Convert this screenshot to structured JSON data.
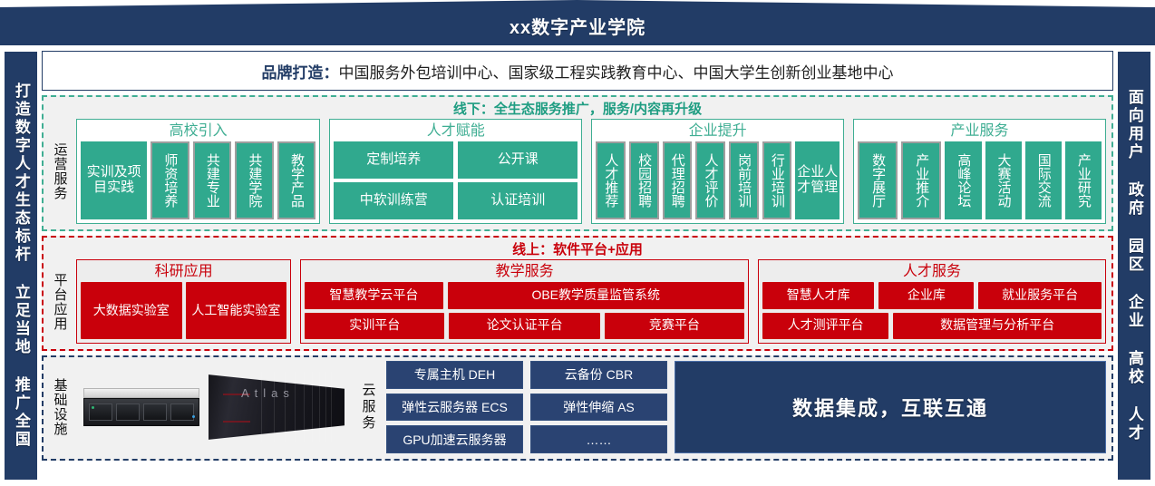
{
  "header": {
    "title": "xx数字产业学院"
  },
  "rails": {
    "left": "打造数字人才生态标杆 立足当地 推广全国",
    "right": "面向用户 政府 园区 企业 高校 人才"
  },
  "brand": {
    "label": "品牌打造：",
    "text": "中国服务外包培训中心、国家级工程实践教育中心、中国大学生创新创业基地中心"
  },
  "offline": {
    "title": "线下：全生态服务推广，服务/内容再升级",
    "vlabel": "运营服务",
    "accent": "#30a98e",
    "groups": [
      {
        "title": "高校引入",
        "layout": "columns",
        "items": [
          {
            "label": "实训及项目实践",
            "orient": "wrap",
            "flex": 1.9,
            "bordered": false
          },
          {
            "label": "师资培养",
            "orient": "vertical",
            "flex": 1,
            "bordered": true
          },
          {
            "label": "共建专业",
            "orient": "vertical",
            "flex": 1,
            "bordered": true
          },
          {
            "label": "共建学院",
            "orient": "vertical",
            "flex": 1,
            "bordered": true
          },
          {
            "label": "教学产品",
            "orient": "vertical",
            "flex": 1,
            "bordered": true
          }
        ]
      },
      {
        "title": "人才赋能",
        "layout": "rows",
        "rows": [
          [
            {
              "label": "定制培养",
              "flex": 1
            },
            {
              "label": "公开课",
              "flex": 1
            }
          ],
          [
            {
              "label": "中软训练营",
              "flex": 1
            },
            {
              "label": "认证培训",
              "flex": 1
            }
          ]
        ]
      },
      {
        "title": "企业提升",
        "layout": "columns",
        "items": [
          {
            "label": "人才推荐",
            "orient": "vertical",
            "flex": 1,
            "bordered": true
          },
          {
            "label": "校园招聘",
            "orient": "vertical",
            "flex": 1,
            "bordered": true
          },
          {
            "label": "代理招聘",
            "orient": "vertical",
            "flex": 1,
            "bordered": true
          },
          {
            "label": "人才评价",
            "orient": "vertical",
            "flex": 1,
            "bordered": true
          },
          {
            "label": "岗前培训",
            "orient": "vertical",
            "flex": 1,
            "bordered": true
          },
          {
            "label": "行业培训",
            "orient": "vertical",
            "flex": 1,
            "bordered": true
          },
          {
            "label": "企业人才管理",
            "orient": "wrap",
            "flex": 1.7,
            "bordered": false
          }
        ]
      },
      {
        "title": "产业服务",
        "layout": "columns",
        "items": [
          {
            "label": "数字展厅",
            "orient": "vertical",
            "flex": 1,
            "bordered": true
          },
          {
            "label": "产业推介",
            "orient": "vertical",
            "flex": 1,
            "bordered": true
          },
          {
            "label": "高峰论坛",
            "orient": "vertical",
            "flex": 1,
            "bordered": false
          },
          {
            "label": "大赛活动",
            "orient": "vertical",
            "flex": 1,
            "bordered": false
          },
          {
            "label": "国际交流",
            "orient": "vertical",
            "flex": 1,
            "bordered": false
          },
          {
            "label": "产业研究",
            "orient": "vertical",
            "flex": 1,
            "bordered": false
          }
        ]
      }
    ]
  },
  "online": {
    "title": "线上：软件平台+应用",
    "vlabel": "平台应用",
    "accent": "#c9000b",
    "groups": [
      {
        "title": "科研应用",
        "layout": "columns",
        "items": [
          {
            "label": "大数据实验室",
            "flex": 1
          },
          {
            "label": "人工智能实验室",
            "flex": 1
          }
        ]
      },
      {
        "title": "教学服务",
        "layout": "rows",
        "rows": [
          [
            {
              "label": "智慧教学云平台",
              "flex": 1
            },
            {
              "label": "OBE教学质量监管系统",
              "flex": 2.15
            }
          ],
          [
            {
              "label": "实训平台",
              "flex": 1
            },
            {
              "label": "论文认证平台",
              "flex": 1.08
            },
            {
              "label": "竞赛平台",
              "flex": 1
            }
          ]
        ]
      },
      {
        "title": "人才服务",
        "layout": "rows",
        "rows": [
          [
            {
              "label": "智慧人才库",
              "flex": 1
            },
            {
              "label": "企业库",
              "flex": 0.85
            },
            {
              "label": "就业服务平台",
              "flex": 1.1
            }
          ],
          [
            {
              "label": "人才测评平台",
              "flex": 1
            },
            {
              "label": "数据管理与分析平台",
              "flex": 1.65
            }
          ]
        ]
      }
    ]
  },
  "infra": {
    "vlabel": "基础设施",
    "cloud_label": "云服务",
    "server_tower_text": "Atlas",
    "cloud_services": [
      [
        "专属主机 DEH",
        "弹性云服务器 ECS",
        "GPU加速云服务器"
      ],
      [
        "云备份 CBR",
        "弹性伸缩 AS",
        "……"
      ]
    ],
    "data_panel": "数据集成，互联互通"
  }
}
